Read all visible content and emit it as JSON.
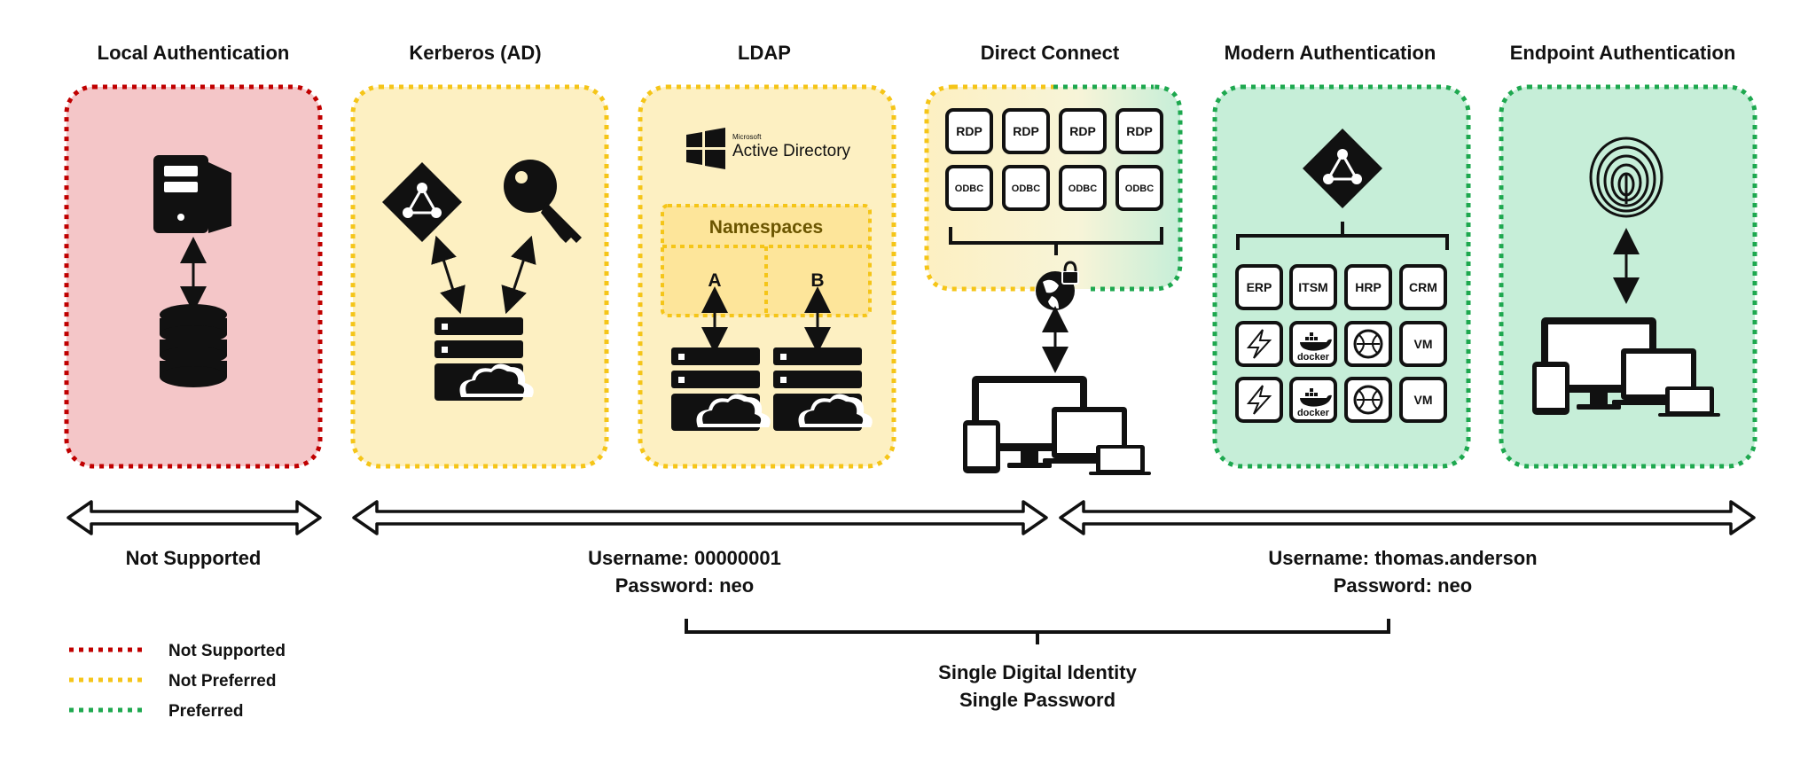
{
  "columns": {
    "local": {
      "title": "Local Authentication"
    },
    "kerberos": {
      "title": "Kerberos (AD)"
    },
    "ldap": {
      "title": "LDAP",
      "ad_brand_small": "Microsoft",
      "ad_brand": "Active Directory",
      "namespaces": "Namespaces",
      "ns_a": "A",
      "ns_b": "B"
    },
    "direct": {
      "title": "Direct Connect",
      "tile_rdp": "RDP",
      "tile_odbc": "ODBC"
    },
    "modern": {
      "title": "Modern Authentication",
      "tile_erp": "ERP",
      "tile_itsm": "ITSM",
      "tile_hrp": "HRP",
      "tile_crm": "CRM",
      "tile_vm": "VM",
      "docker": "docker"
    },
    "endpoint": {
      "title": "Endpoint Authentication"
    }
  },
  "bottom": {
    "not_supported": "Not Supported",
    "cred1_user": "Username: 00000001",
    "cred1_pass": "Password: neo",
    "cred2_user": "Username: thomas.anderson",
    "cred2_pass": "Password: neo",
    "identity_line1": "Single Digital Identity",
    "identity_line2": "Single Password"
  },
  "legend": [
    {
      "label": "Not Supported",
      "color": "#c00000"
    },
    {
      "label": "Not Preferred",
      "color": "#f5c518"
    },
    {
      "label": "Preferred",
      "color": "#1ea84f"
    }
  ],
  "colors": {
    "red_fill": "#f4c6c8",
    "yellow_fill": "#fdf0c2",
    "green_fill": "#c6eed8",
    "namespace_fill": "#fde59a",
    "namespace_text": "#6b5500"
  }
}
